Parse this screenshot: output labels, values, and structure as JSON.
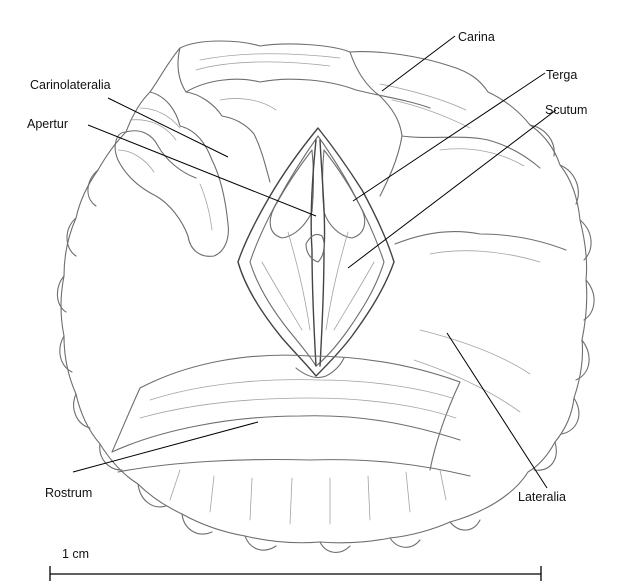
{
  "labels": {
    "carina": "Carina",
    "terga": "Terga",
    "scutum": "Scutum",
    "carinolateralia": "Carinolateralia",
    "apertur": "Apertur",
    "rostrum": "Rostrum",
    "lateralia": "Lateralia"
  },
  "scale_bar": {
    "label": "1 cm"
  },
  "colors": {
    "line": "#6e6e6e",
    "text": "#111111",
    "background": "#ffffff"
  }
}
